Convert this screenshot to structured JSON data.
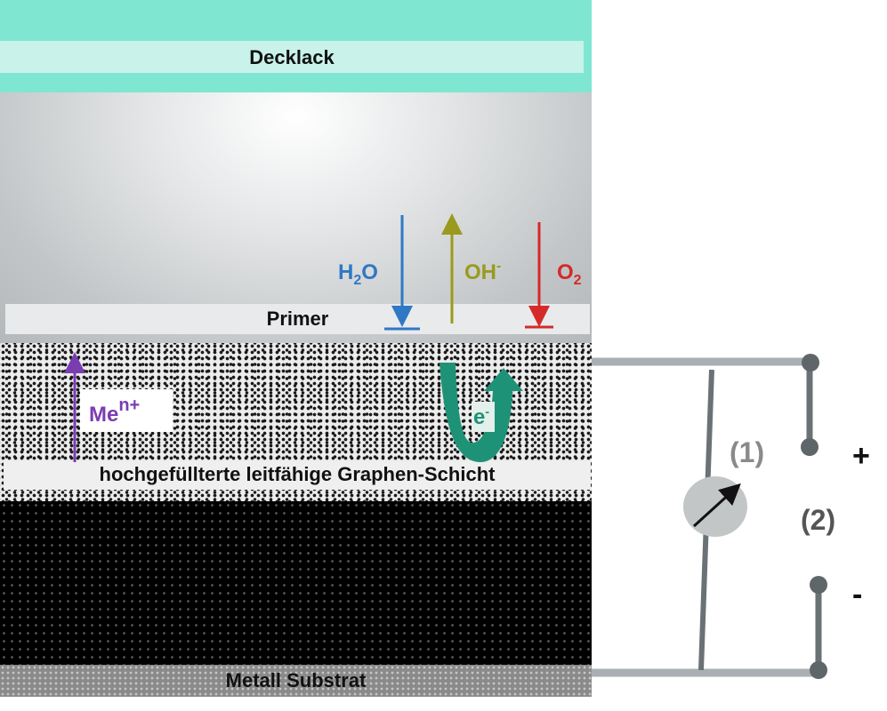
{
  "layers": {
    "decklack": "Decklack",
    "primer": "Primer",
    "graphene": "hochgefüllterte leitfähige Graphen-Schicht",
    "substrate": "Metall Substrat"
  },
  "species": {
    "h2o": {
      "main": "H",
      "sub": "2",
      "tail": "O"
    },
    "oh": {
      "main": "OH",
      "sup": "-"
    },
    "o2": {
      "main": "O",
      "sub": "2"
    },
    "men": {
      "main": "Me",
      "sup": "n+"
    },
    "electron": {
      "main": "e",
      "sup": "-"
    }
  },
  "circuit": {
    "label1": "(1)",
    "label2": "(2)",
    "plus": "+",
    "minus": "-"
  },
  "colors": {
    "h2o": "#2f78c4",
    "oh": "#9a9a1e",
    "o2": "#d42a2a",
    "men": "#7a3db0",
    "electron": "#1e9277",
    "wire": "#6b7275",
    "wire_light": "#a9afb2",
    "label_gray": "#8a8a8a"
  }
}
